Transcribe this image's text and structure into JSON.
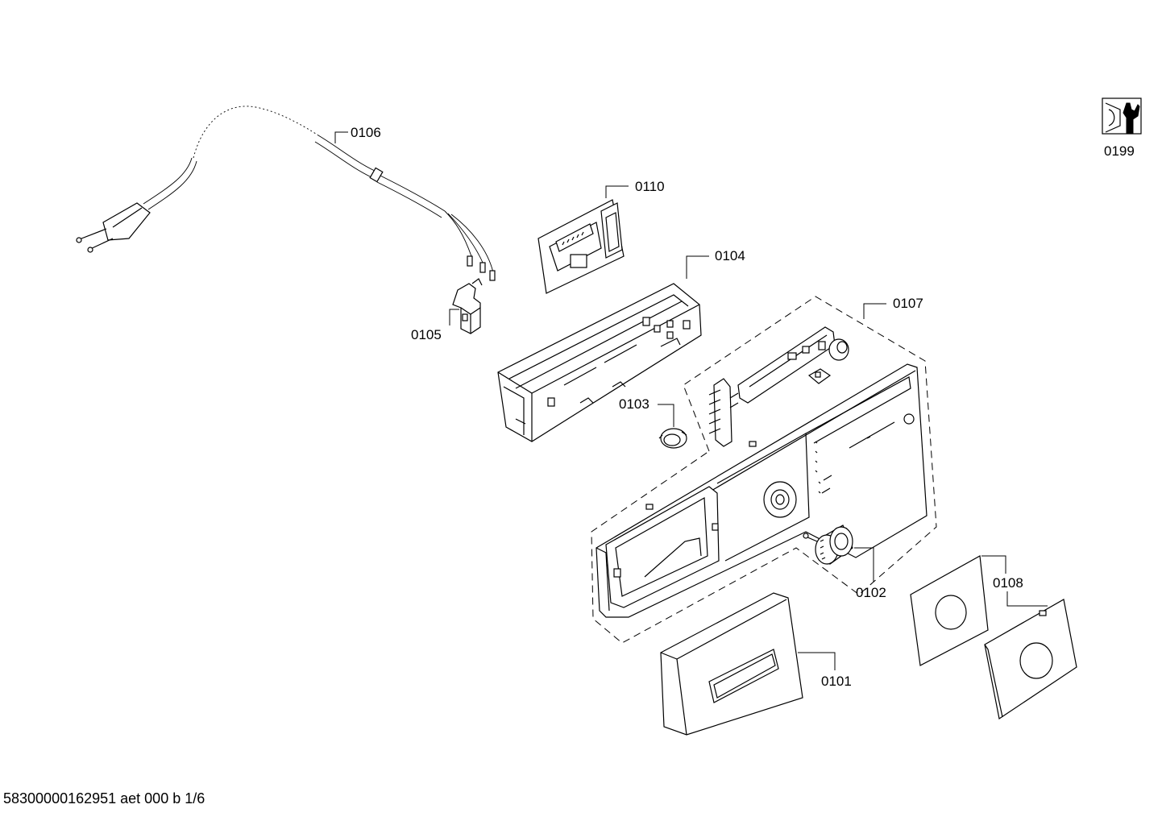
{
  "parts": {
    "p0106": "0106",
    "p0110": "0110",
    "p0104": "0104",
    "p0107": "0107",
    "p0105": "0105",
    "p0103": "0103",
    "p0102": "0102",
    "p0108": "0108",
    "p0101": "0101",
    "p0199": "0199"
  },
  "footer": "58300000162951 aet 000 b 1/6"
}
